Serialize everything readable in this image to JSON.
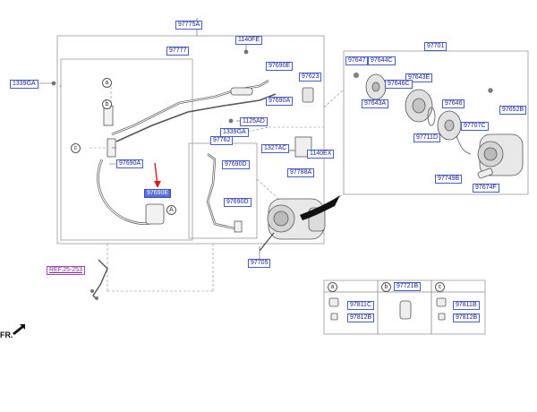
{
  "callouts": {
    "a97775A": "97775A",
    "a1140FE": "1140FE",
    "a97777": "97777",
    "a97690E": "97690E",
    "a97623": "97623",
    "a97690A_top": "97690A",
    "a1339GA_left": "1339GA",
    "a1125AD": "1125AD",
    "a1339GA_mid": "1339GA",
    "a97762": "97762",
    "a1327AC": "1327AC",
    "a1140EX": "1140EX",
    "a97788A": "97788A",
    "a97690A_left": "97690A",
    "a97690D_top": "97690D",
    "a97690E_hl": "97690E",
    "a97690D_bot": "97690D",
    "a97705": "97705",
    "ref": "REF.25-253",
    "a97701": "97701",
    "a97647": "97647",
    "a97644C": "97644C",
    "a97643E": "97643E",
    "a97646C": "97646C",
    "a97643A": "97643A",
    "a97646": "97646",
    "a97652B": "97652B",
    "a97707C": "97707C",
    "a97711D": "97711D",
    "a97749B": "97749B",
    "a97674F": "97674F",
    "a97811C": "97811C",
    "a97812B_a": "97812B",
    "a97811B": "97811B",
    "a97812B_c": "97812B"
  },
  "circle_markers": {
    "a1": "a",
    "b1": "b",
    "c1": "c",
    "a2": "A"
  },
  "legend": {
    "tab_a": "a",
    "tab_b": "b",
    "tab_b_part": "97721B",
    "tab_c": "c"
  },
  "front_label": "FR.",
  "colors": {
    "callout_text": "#1a1a8c",
    "callout_border": "#4a5fc4",
    "highlight_fill": "#5a6fd8",
    "pointer_arrow": "#d42020",
    "ref_text": "#7a2a8a"
  }
}
